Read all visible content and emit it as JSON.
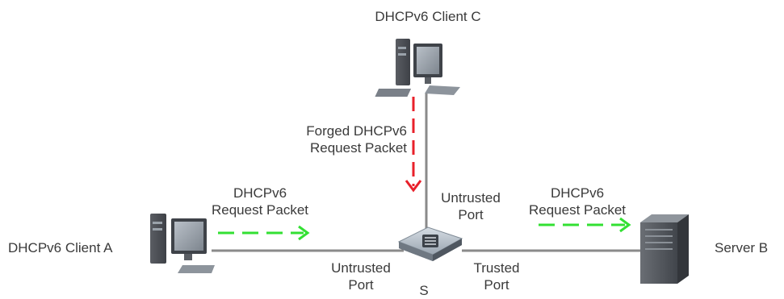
{
  "nodes": {
    "client_c": {
      "label": "DHCPv6 Client C",
      "icon": "desktop-computer-icon"
    },
    "client_a": {
      "label": "DHCPv6 Client A",
      "icon": "desktop-computer-icon"
    },
    "switch": {
      "label": "S",
      "icon": "switch-icon"
    },
    "server_b": {
      "label": "Server B",
      "icon": "server-tower-icon"
    }
  },
  "ports": {
    "switch_to_c": {
      "line1": "Untrusted",
      "line2": "Port"
    },
    "switch_to_a": {
      "line1": "Untrusted",
      "line2": "Port"
    },
    "switch_to_b": {
      "line1": "Trusted",
      "line2": "Port"
    }
  },
  "flows": {
    "forged": {
      "line1": "Forged DHCPv6",
      "line2": "Request Packet",
      "color": "#e8202a"
    },
    "from_a": {
      "line1": "DHCPv6",
      "line2": "Request Packet",
      "color": "#33e033"
    },
    "to_b": {
      "line1": "DHCPv6",
      "line2": "Request Packet",
      "color": "#33e033"
    }
  },
  "colors": {
    "link": "#8a8a8a",
    "text": "#3a3a3a"
  }
}
